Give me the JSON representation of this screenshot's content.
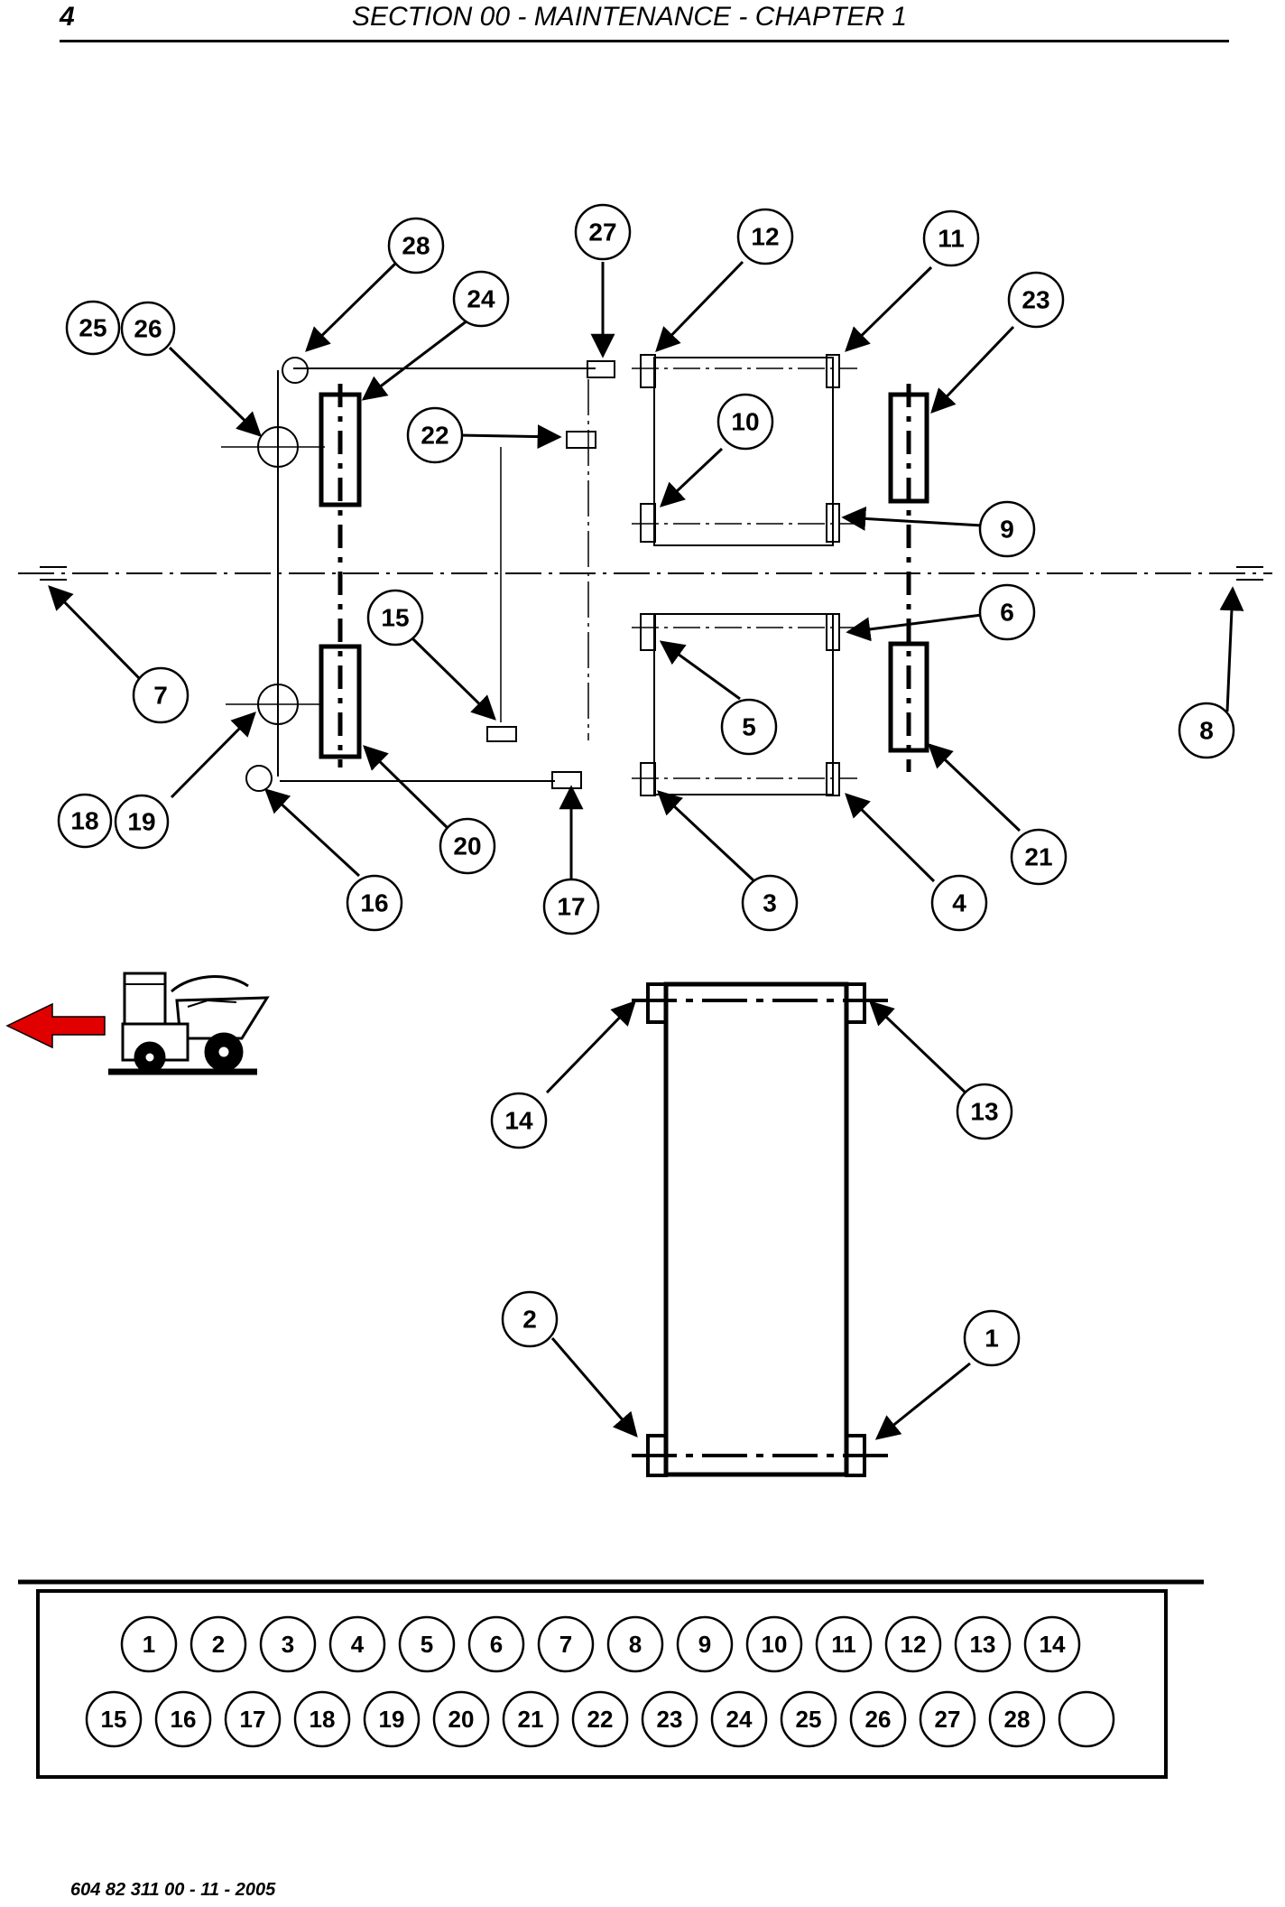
{
  "header": {
    "page_number": "4",
    "section_title": "SECTION 00 - MAINTENANCE - CHAPTER 1"
  },
  "footer": {
    "doc_code": "604 82 311 00 - 11 - 2005"
  },
  "callouts": [
    "1",
    "2",
    "3",
    "4",
    "5",
    "6",
    "7",
    "8",
    "9",
    "10",
    "11",
    "12",
    "13",
    "14",
    "15",
    "16",
    "17",
    "18",
    "19",
    "20",
    "21",
    "22",
    "23",
    "24",
    "25",
    "26",
    "27",
    "28"
  ],
  "legend": {
    "row1": [
      "1",
      "2",
      "3",
      "4",
      "5",
      "6",
      "7",
      "8",
      "9",
      "10",
      "11",
      "12",
      "13",
      "14"
    ],
    "row2": [
      "15",
      "16",
      "17",
      "18",
      "19",
      "20",
      "21",
      "22",
      "23",
      "24",
      "25",
      "26",
      "27",
      "28",
      ""
    ]
  },
  "colors": {
    "ink": "#000000",
    "direction_arrow": "#e00000"
  },
  "icons": [
    "harvester-icon",
    "direction-arrow-icon"
  ]
}
